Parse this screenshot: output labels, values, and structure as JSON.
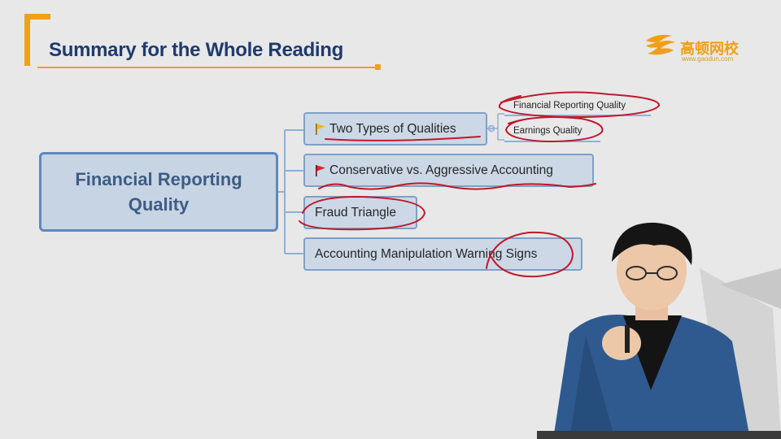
{
  "header": {
    "title": "Summary for the Whole Reading"
  },
  "logo": {
    "name": "高顿网校",
    "url_text": "www.gaodun.com"
  },
  "mindmap": {
    "root": "Financial Reporting Quality",
    "branches": [
      {
        "label": "Two Types of Qualities",
        "flag": "yellow-flag-icon",
        "children": [
          "Financial Reporting Quality",
          "Earnings Quality"
        ]
      },
      {
        "label": "Conservative vs. Aggressive Accounting",
        "flag": "red-flag-icon",
        "children": []
      },
      {
        "label": "Fraud Triangle",
        "flag": "",
        "children": []
      },
      {
        "label": "Accounting Manipulation Warning Signs",
        "flag": "",
        "children": []
      }
    ]
  },
  "colors": {
    "accent": "#f0a018",
    "title": "#1f3a6e",
    "node_border": "#7fa0c6",
    "node_fill": "#ccd8e6",
    "ink": "#c0182a"
  }
}
